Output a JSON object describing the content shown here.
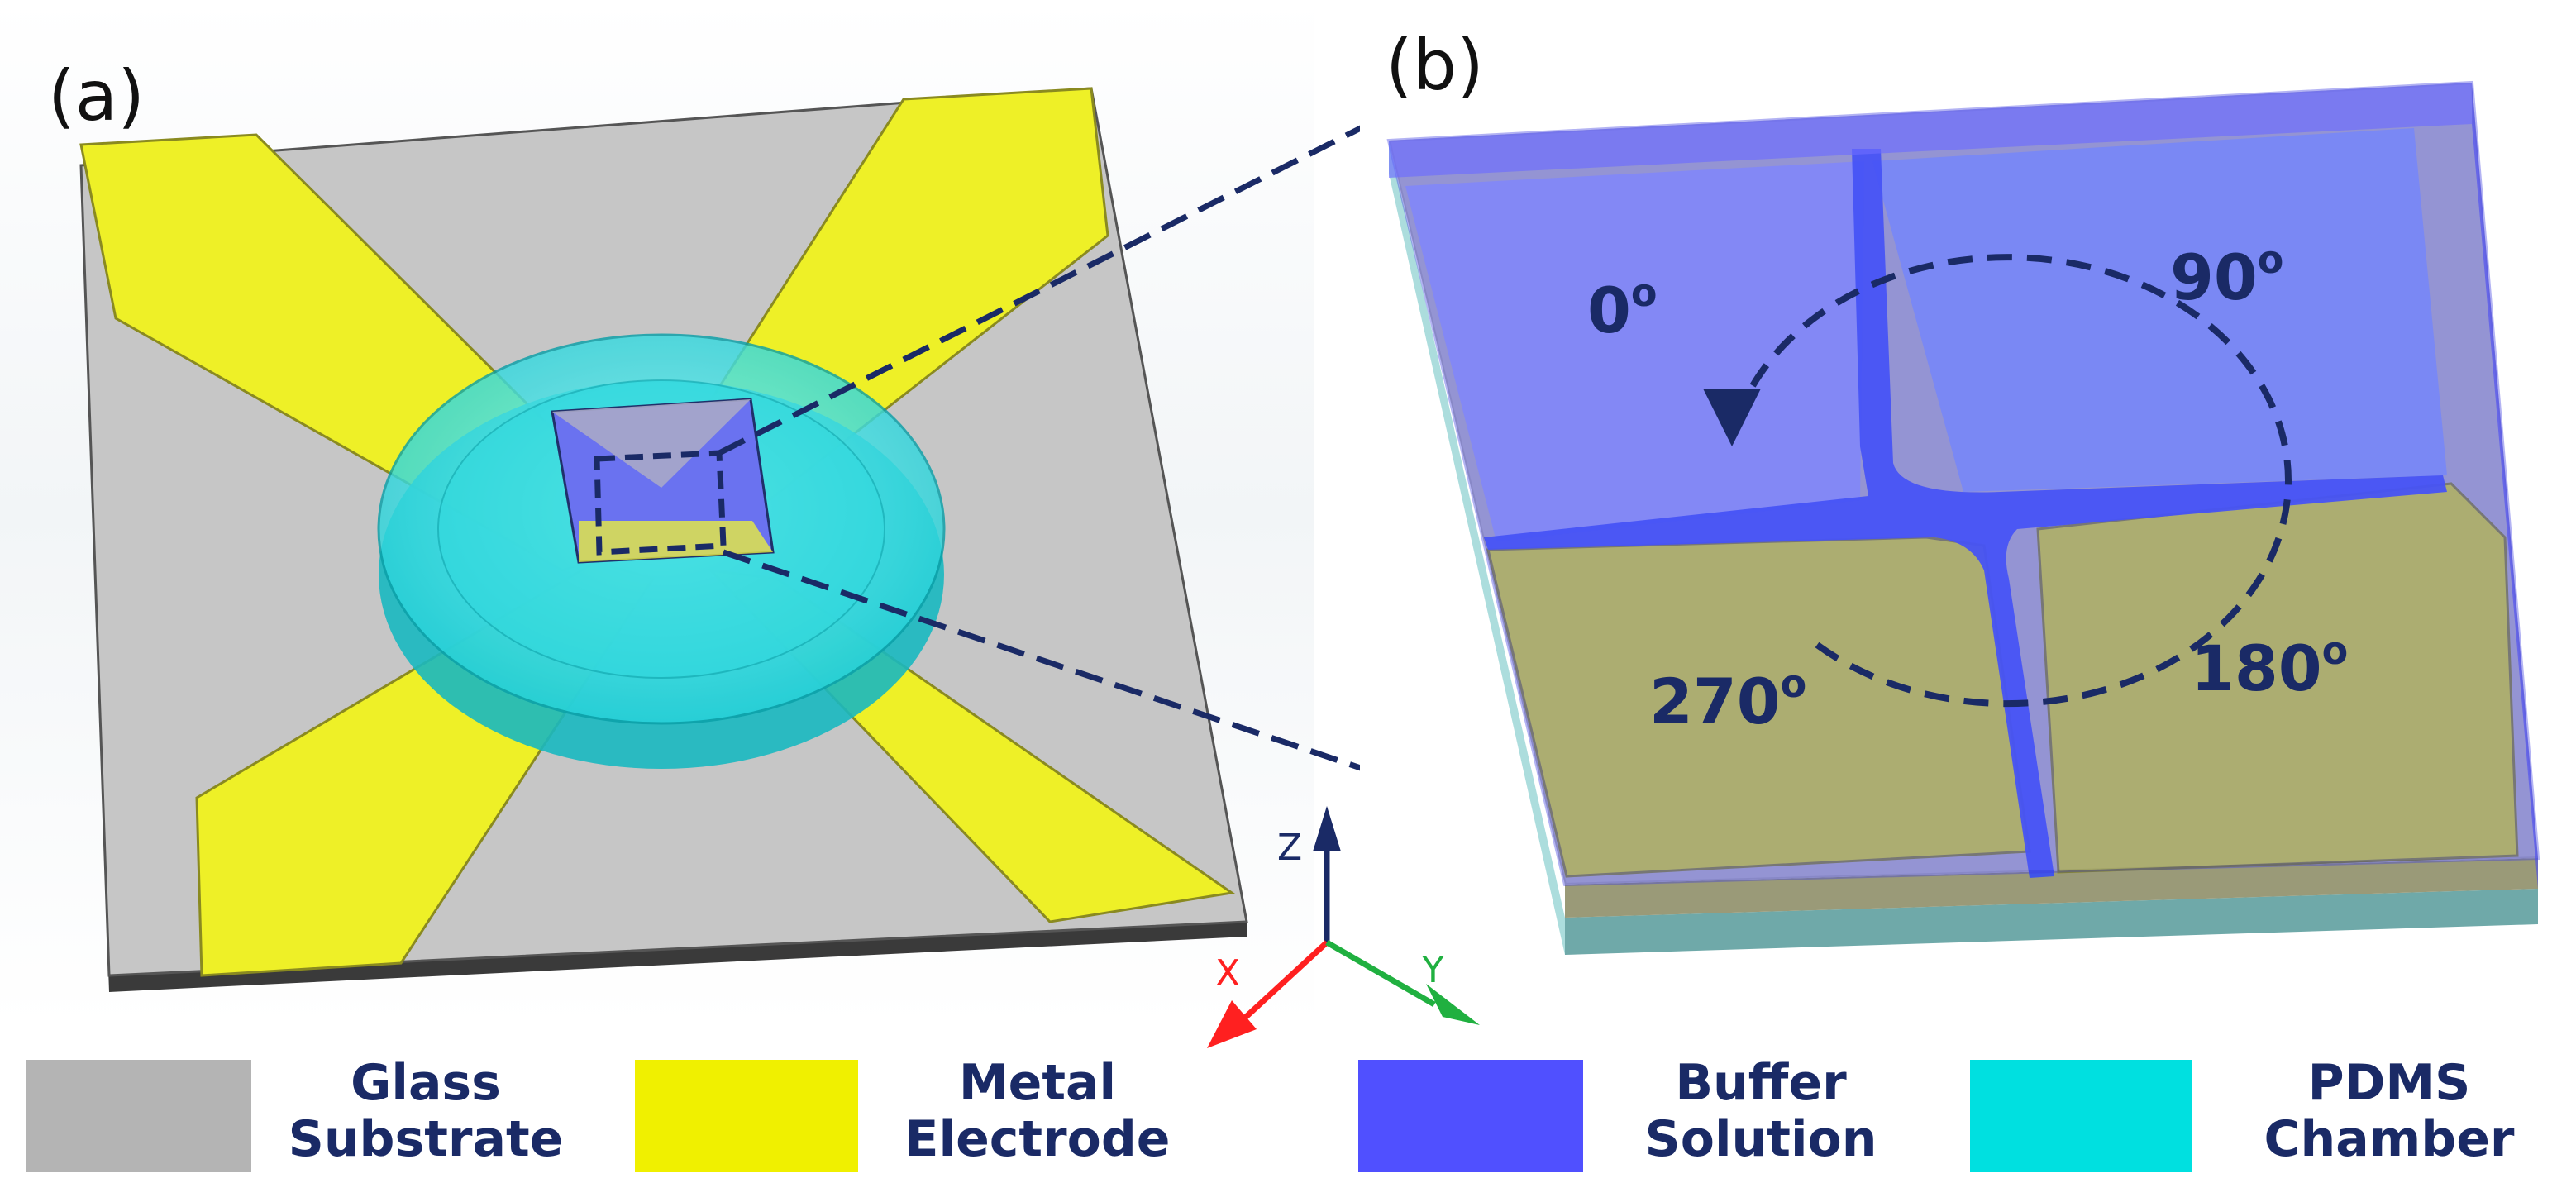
{
  "panels": {
    "a": "(a)",
    "b": "(b)"
  },
  "angles": {
    "a0": "0",
    "a90": "90",
    "a180": "180",
    "a270": "270",
    "degree": "o"
  },
  "axes": {
    "z": "Z",
    "x": "X",
    "y": "Y"
  },
  "legend": [
    {
      "line1": "Glass",
      "line2": "Substrate",
      "color": "#b4b4b4"
    },
    {
      "line1": "Metal",
      "line2": "Electrode",
      "color": "#f0f000"
    },
    {
      "line1": "Buffer",
      "line2": "Solution",
      "color": "#5050ff"
    },
    {
      "line1": "PDMS",
      "line2": "Chamber",
      "color": "#00e0e0"
    }
  ],
  "colors": {
    "glass": "#b4b4b4",
    "electrode": "#f0f000",
    "buffer": "#5050ff",
    "pdms": "#00e0e0",
    "dashed": "#1a2a66",
    "axis_z": "#1a2a66",
    "axis_x": "#ff2020",
    "axis_y": "#20b040"
  }
}
